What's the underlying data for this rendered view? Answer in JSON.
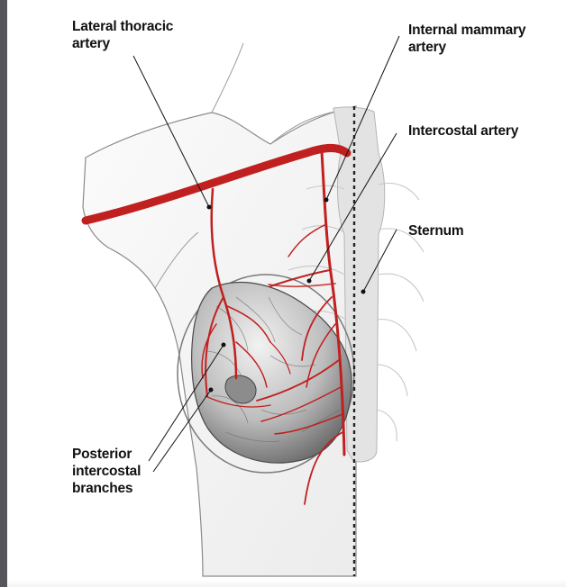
{
  "labels": {
    "lateral_thoracic": "Lateral thoracic\nartery",
    "internal_mammary": "Internal mammary artery",
    "intercostal": "Intercostal artery",
    "sternum": "Sternum",
    "posterior_intercostal": "Posterior\nintercostal\nbranches"
  },
  "colors": {
    "artery": "#c0201f",
    "skin_outline": "#8a8a8a",
    "label_text": "#111111",
    "frame_bar": "#55555b"
  }
}
